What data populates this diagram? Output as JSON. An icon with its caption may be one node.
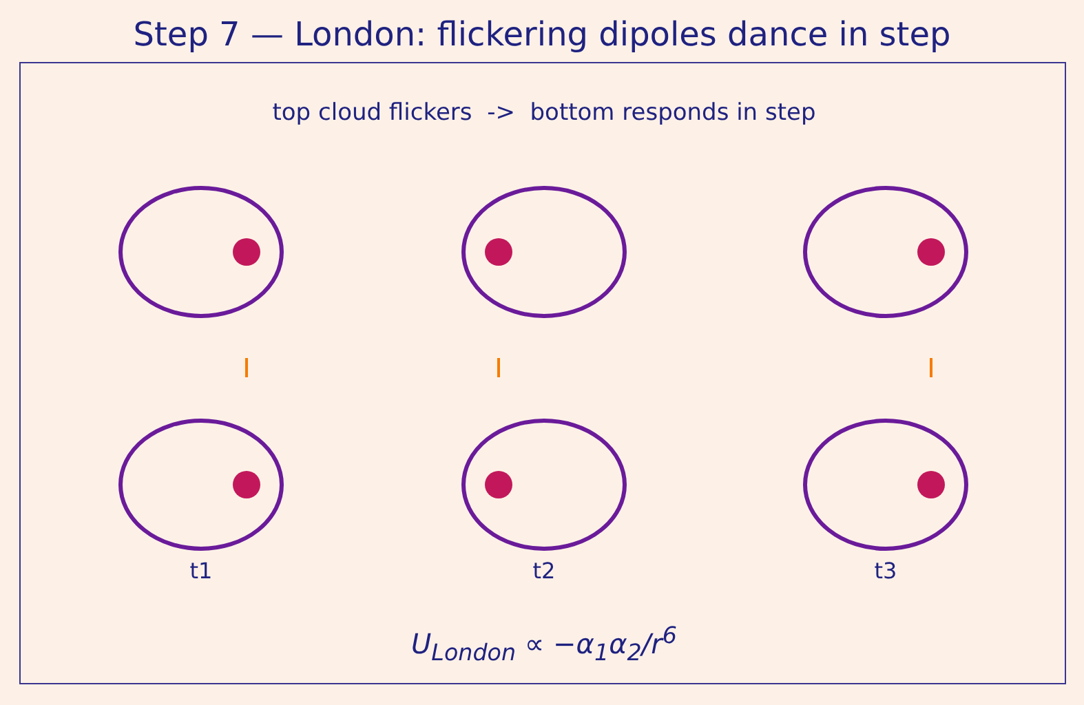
{
  "diagram": {
    "title": "Step 7 — London: flickering dipoles dance in step",
    "nodes": [
      {
        "text": [
          "top cloud flickers  ->  bottom responds in step",
          "U$_{London}$ ∝ −α$_{1}$α$_{2}$/r$^{6}$"
        ]
      },
      {
        "text": [],
        "shape": "ellipse",
        "in": 0
      },
      {
        "text": [],
        "shape": "ellipse",
        "in": 0
      },
      {
        "text": [],
        "shape": "ellipse",
        "in": 0
      },
      {
        "text": [],
        "shape": "ellipse",
        "in": 0,
        "beside": [
          "t1"
        ]
      },
      {
        "text": [],
        "shape": "ellipse",
        "in": 0,
        "beside": [
          "t2"
        ]
      },
      {
        "text": [],
        "shape": "ellipse",
        "in": 0,
        "beside": [
          "t3"
        ]
      }
    ]
  }
}
